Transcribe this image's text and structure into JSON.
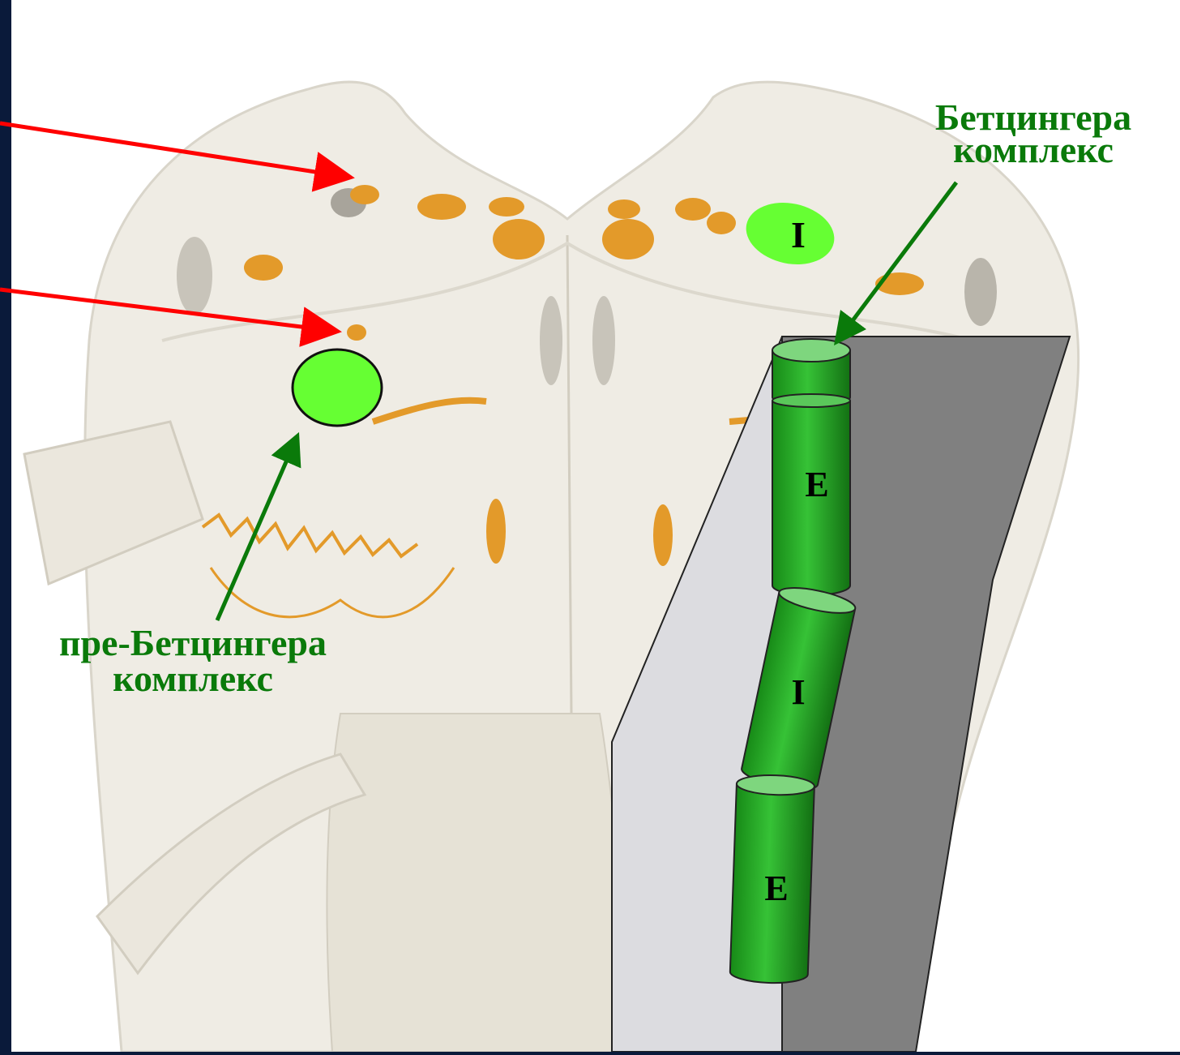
{
  "labels": {
    "botzinger_line1": "Бетцингера",
    "botzinger_line2": "комплекс",
    "prebotzinger_line1": "пре-Бетцингера",
    "prebotzinger_line2": "комплекс"
  },
  "markers": {
    "dorsal_oval": "I",
    "column_segments": [
      "E",
      "I",
      "E"
    ]
  },
  "colors": {
    "background": "#0a1a3a",
    "label_green": "#0a7a0a",
    "arrow_red": "#ff0000",
    "arrow_green": "#0a7a0a",
    "neuron_green": "#66ff33",
    "cylinder_green": "#22a622",
    "orange_nuclei": "#e39a2a",
    "tissue": "#efece4",
    "slab_light": "#dcdce0",
    "slab_dark": "#808080"
  }
}
